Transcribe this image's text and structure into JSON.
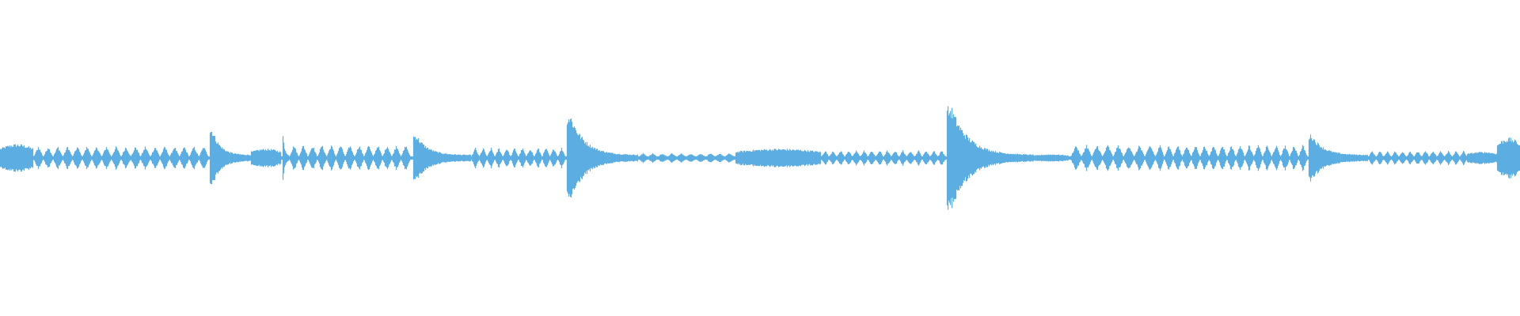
{
  "waveform": {
    "color": "#5dade2",
    "background": "#ffffff",
    "duration_fraction_note": "",
    "segments": [
      {
        "start": 0.0,
        "end": 0.022,
        "amp": 0.045,
        "kind": "burst"
      },
      {
        "start": 0.022,
        "end": 0.137,
        "amp": 0.035,
        "kind": "pulses",
        "count": 18
      },
      {
        "start": 0.138,
        "end": 0.165,
        "amp": 0.085,
        "kind": "attack"
      },
      {
        "start": 0.165,
        "end": 0.185,
        "amp": 0.03,
        "kind": "burst"
      },
      {
        "start": 0.186,
        "end": 0.19,
        "amp": 0.075,
        "kind": "attack"
      },
      {
        "start": 0.19,
        "end": 0.27,
        "amp": 0.04,
        "kind": "pulses",
        "count": 13
      },
      {
        "start": 0.272,
        "end": 0.31,
        "amp": 0.065,
        "kind": "attack"
      },
      {
        "start": 0.31,
        "end": 0.372,
        "amp": 0.03,
        "kind": "pulses",
        "count": 12
      },
      {
        "start": 0.373,
        "end": 0.42,
        "amp": 0.13,
        "kind": "attack"
      },
      {
        "start": 0.42,
        "end": 0.483,
        "amp": 0.012,
        "kind": "pulses",
        "count": 10
      },
      {
        "start": 0.484,
        "end": 0.54,
        "amp": 0.03,
        "kind": "burst"
      },
      {
        "start": 0.54,
        "end": 0.622,
        "amp": 0.022,
        "kind": "pulses",
        "count": 16
      },
      {
        "start": 0.623,
        "end": 0.68,
        "amp": 0.155,
        "kind": "attack"
      },
      {
        "start": 0.68,
        "end": 0.703,
        "amp": 0.012,
        "kind": "burst"
      },
      {
        "start": 0.704,
        "end": 0.76,
        "amp": 0.04,
        "kind": "pulses",
        "count": 8
      },
      {
        "start": 0.76,
        "end": 0.86,
        "amp": 0.04,
        "kind": "pulses",
        "count": 17
      },
      {
        "start": 0.861,
        "end": 0.9,
        "amp": 0.065,
        "kind": "attack"
      },
      {
        "start": 0.9,
        "end": 0.965,
        "amp": 0.02,
        "kind": "pulses",
        "count": 13
      },
      {
        "start": 0.965,
        "end": 0.985,
        "amp": 0.02,
        "kind": "burst"
      },
      {
        "start": 0.985,
        "end": 1.0,
        "amp": 0.065,
        "kind": "burst"
      }
    ]
  }
}
